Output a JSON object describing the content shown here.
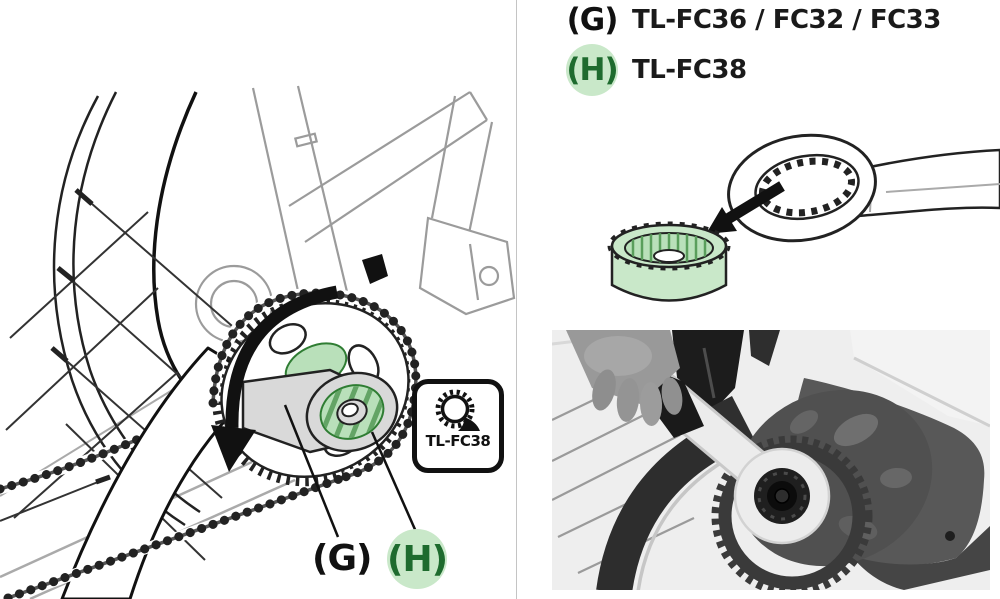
{
  "legend": {
    "g_label": "(G)",
    "g_tools": "TL-FC36 / FC32 / FC33",
    "h_label": "(H)",
    "h_tools": "TL-FC38"
  },
  "callouts": {
    "g": "(G)",
    "h": "(H)"
  },
  "badge": {
    "label": "TL-FC38"
  },
  "colors": {
    "tool_green_fill": "#c9e8c9",
    "tool_green_shade": "#b9e0ba",
    "tool_green_stroke": "#2f7d33",
    "callout_green_text": "#1e6b2e",
    "callout_green_circle": "#c9e8c9",
    "wrench_gray": "#d9d9d9",
    "outline_black": "#1a1a1a",
    "frame_gray": "#9b9b9b",
    "photo_background": "#eeeeee"
  },
  "icons": {
    "rotation_arrow": "ccw-rotation-arrow",
    "insertion_arrow": "insert-direction-arrow",
    "badge_icon": "lockring-tool-icon"
  }
}
